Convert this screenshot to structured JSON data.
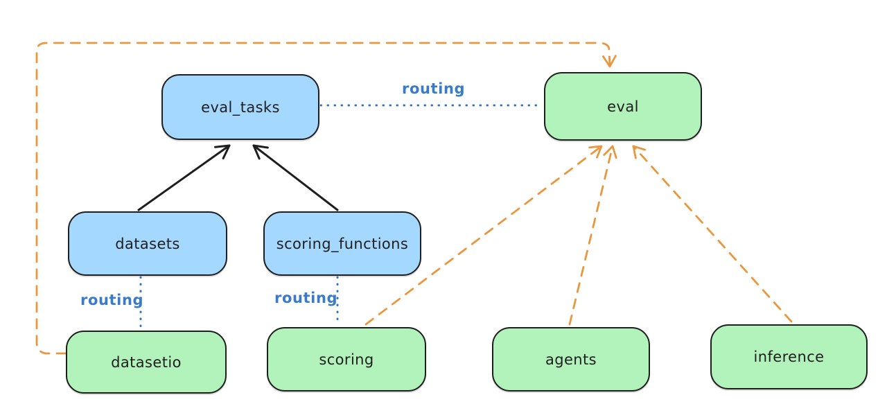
{
  "nodes": {
    "eval_tasks": {
      "label": "eval_tasks",
      "kind": "router",
      "fill": "#a5d8ff"
    },
    "eval": {
      "label": "eval",
      "kind": "provider",
      "fill": "#b2f2bb"
    },
    "datasets": {
      "label": "datasets",
      "kind": "router",
      "fill": "#a5d8ff"
    },
    "scoring_functions": {
      "label": "scoring_functions",
      "kind": "router",
      "fill": "#a5d8ff"
    },
    "datasetio": {
      "label": "datasetio",
      "kind": "provider",
      "fill": "#b2f2bb"
    },
    "scoring": {
      "label": "scoring",
      "kind": "provider",
      "fill": "#b2f2bb"
    },
    "agents": {
      "label": "agents",
      "kind": "provider",
      "fill": "#b2f2bb"
    },
    "inference": {
      "label": "inference",
      "kind": "provider",
      "fill": "#b2f2bb"
    }
  },
  "edge_labels": {
    "eval_tasks_eval": "routing",
    "datasets_datasetio": "routing",
    "scoring_functions_scoring": "routing"
  },
  "edges": [
    {
      "from": "datasets",
      "to": "eval_tasks",
      "style": "solid-black-arrow"
    },
    {
      "from": "scoring_functions",
      "to": "eval_tasks",
      "style": "solid-black-arrow"
    },
    {
      "from": "eval_tasks",
      "to": "eval",
      "style": "dotted-blue",
      "label": "routing"
    },
    {
      "from": "datasets",
      "to": "datasetio",
      "style": "dotted-blue",
      "label": "routing"
    },
    {
      "from": "scoring_functions",
      "to": "scoring",
      "style": "dotted-blue",
      "label": "routing"
    },
    {
      "from": "datasetio",
      "to": "eval",
      "style": "dashed-orange-arrow"
    },
    {
      "from": "scoring",
      "to": "eval",
      "style": "dashed-orange-arrow"
    },
    {
      "from": "agents",
      "to": "eval",
      "style": "dashed-orange-arrow"
    },
    {
      "from": "inference",
      "to": "eval",
      "style": "dashed-orange-arrow"
    }
  ],
  "colors": {
    "router_fill": "#a5d8ff",
    "provider_fill": "#b2f2bb",
    "stroke": "#1e1e1e",
    "routing_blue": "#3a7bc8",
    "orange": "#e9973e",
    "background": "#ffffff"
  }
}
